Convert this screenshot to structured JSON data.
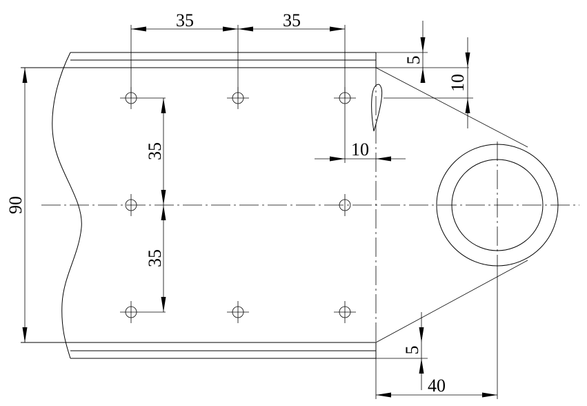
{
  "drawing": {
    "dimensions": {
      "hole_spacing_h1": "35",
      "hole_spacing_h2": "35",
      "hole_spacing_v1": "35",
      "hole_spacing_v2": "35",
      "total_height": "90",
      "edge_offset_top": "5",
      "edge_offset_bottom": "5",
      "hole_row_offset": "10",
      "hole_edge_distance": "10",
      "boss_distance": "40"
    }
  }
}
